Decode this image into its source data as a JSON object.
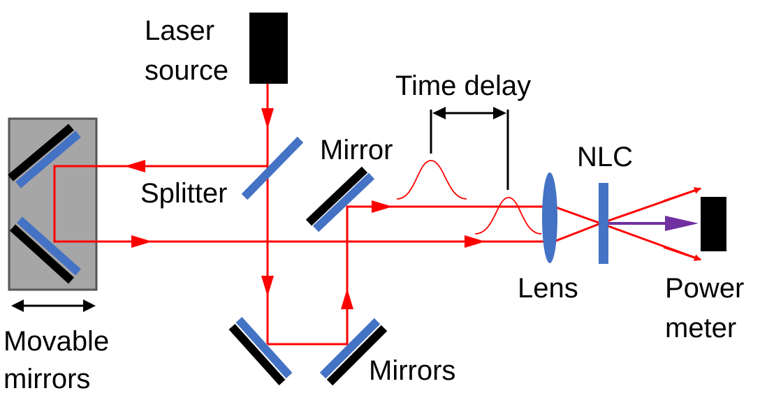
{
  "labels": {
    "laser_line1": "Laser",
    "laser_line2": "source",
    "time_delay": "Time delay",
    "mirror": "Mirror",
    "nlc": "NLC",
    "splitter": "Splitter",
    "lens": "Lens",
    "power_line1": "Power",
    "power_line2": "meter",
    "movable_line1": "Movable",
    "movable_line2": "mirrors",
    "mirrors": "Mirrors"
  },
  "colors": {
    "beam": "#ff0000",
    "optic_face": "#4472c4",
    "optic_back": "#000000",
    "movable_stage": "#a6a6a6",
    "lens": "#4472c4",
    "crystal": "#4472c4",
    "output_beam": "#7030a0",
    "pulse": "#ff0000"
  }
}
